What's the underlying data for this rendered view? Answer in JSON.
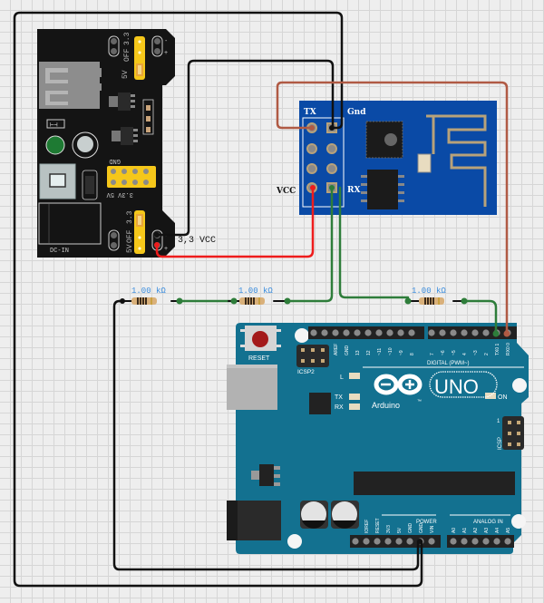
{
  "canvas": {
    "grid_color": "#d6d6d6",
    "background": "#eeeeee"
  },
  "power_module": {
    "name": "Breadboard power supply module",
    "top_jumper_labels": {
      "v5": "5V",
      "off": "OFF",
      "v33": "3.3"
    },
    "bottom_jumper_labels": {
      "v5": "5V",
      "off": "OFF",
      "v33": "3.3"
    },
    "gnd_label": "GND",
    "v5_label": "5V",
    "v33_label": "3.3V",
    "dc_label": "DC-IN",
    "minus": "-",
    "plus": "+",
    "output_annotation": "3,3 VCC"
  },
  "esp01": {
    "name": "ESP8266 ESP-01",
    "pin_labels": {
      "tx": "TX",
      "gnd": "Gnd",
      "vcc": "VCC",
      "rx": "RX"
    }
  },
  "resistors": [
    {
      "label": "1.00 kΩ"
    },
    {
      "label": "1.00 kΩ"
    },
    {
      "label": "1.00 kΩ"
    }
  ],
  "arduino": {
    "name": "Arduino UNO",
    "brand": "Arduino",
    "model": "UNO",
    "reset_label": "RESET",
    "icsp2_label": "ICSP2",
    "icsp_label": "ICSP",
    "icsp_pin1": "1",
    "led_labels": {
      "l": "L",
      "tx": "TX",
      "rx": "RX",
      "on": "ON"
    },
    "digital_label": "DIGITAL (PWM~)",
    "digital_pins": [
      "AREF",
      "GND",
      "13",
      "12",
      "~11",
      "~10",
      "~9",
      "8",
      "7",
      "~6",
      "~5",
      "4",
      "~3",
      "2",
      "TX0 1",
      "RX0 0"
    ],
    "power_label": "POWER",
    "analog_label": "ANALOG IN",
    "power_pins": [
      "IOREF",
      "RESET",
      "3V3",
      "5V",
      "GND",
      "GND",
      "VIN"
    ],
    "analog_pins": [
      "A0",
      "A1",
      "A2",
      "A3",
      "A4",
      "A5"
    ],
    "trademark": "™"
  },
  "wires": [
    {
      "name": "wire-module-gnd-to-esp-gnd",
      "color": "#111111"
    },
    {
      "name": "wire-module-vcc-to-esp-vcc",
      "color": "#ee1c1c"
    },
    {
      "name": "wire-esp-tx-to-arduino-rx",
      "color": "#b05a44"
    },
    {
      "name": "wire-esp-rx-divider",
      "color": "#2e7d3a"
    },
    {
      "name": "wire-module-gnd-to-arduino-gnd",
      "color": "#111111"
    },
    {
      "name": "wire-divider-gnd-to-arduino-gnd",
      "color": "#111111"
    }
  ]
}
